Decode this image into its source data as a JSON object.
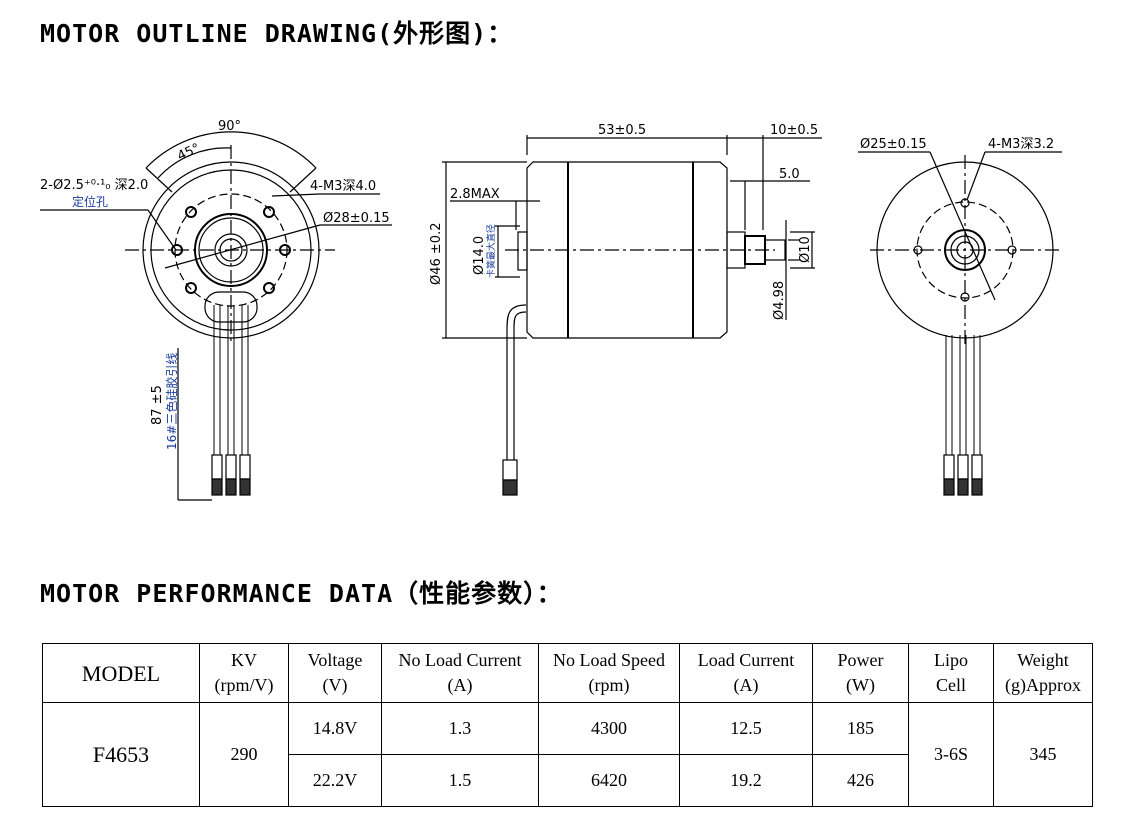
{
  "headings": {
    "outline": "MOTOR OUTLINE DRAWING(外形图)：",
    "performance": "MOTOR PERFORMANCE DATA（性能参数）："
  },
  "drawing": {
    "front": {
      "angle_90": "90°",
      "angle_45": "45°",
      "locating_hole": "2-Ø2.5⁺⁰·¹₀ 深2.0",
      "locating_hole_cn": "定位孔",
      "thread": "4-M3深4.0",
      "bolt_circle": "Ø28±0.15",
      "lead_length": "87 ±5",
      "lead_desc": "16#三色硅胶引线"
    },
    "side": {
      "length": "53±0.5",
      "shaft_length": "10±0.5",
      "shaft_step": "5.0",
      "cap": "2.8MAX",
      "diameter": "Ø46 ±0.2",
      "clip_dia": "Ø14.0",
      "clip_note": "卡簧最大直径",
      "shaft_boss": "Ø10",
      "shaft_dia": "Ø4.98"
    },
    "rear": {
      "bolt_circle": "Ø25±0.15",
      "thread": "4-M3深3.2"
    }
  },
  "table": {
    "headers": [
      [
        "MODEL"
      ],
      [
        "KV",
        "(rpm/V)"
      ],
      [
        "Voltage",
        "(V)"
      ],
      [
        "No Load Current",
        "(A)"
      ],
      [
        "No Load Speed",
        "(rpm)"
      ],
      [
        "Load Current",
        "(A)"
      ],
      [
        "Power",
        "(W)"
      ],
      [
        "Lipo",
        "Cell"
      ],
      [
        "Weight",
        "(g)Approx"
      ]
    ],
    "model": "F4653",
    "kv": "290",
    "lipo": "3-6S",
    "weight": "345",
    "rows": [
      {
        "voltage": "14.8V",
        "no_load_current": "1.3",
        "no_load_speed": "4300",
        "load_current": "12.5",
        "power": "185"
      },
      {
        "voltage": "22.2V",
        "no_load_current": "1.5",
        "no_load_speed": "6420",
        "load_current": "19.2",
        "power": "426"
      }
    ]
  }
}
